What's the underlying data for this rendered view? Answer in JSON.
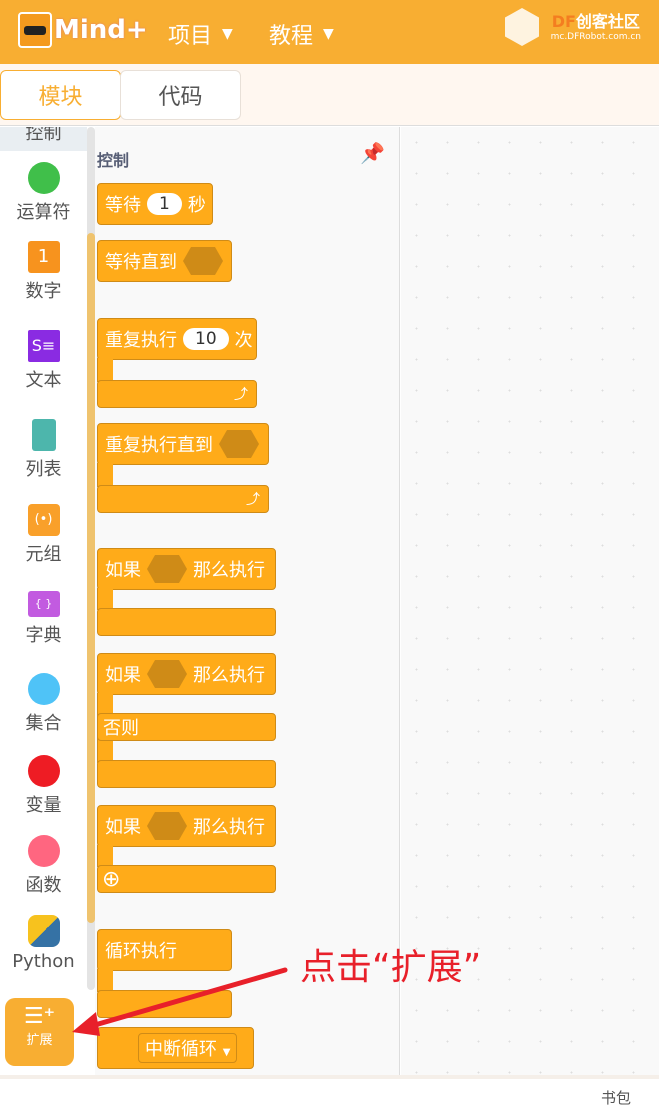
{
  "header": {
    "logo": "Mind+",
    "menu": [
      {
        "label": "项目"
      },
      {
        "label": "教程"
      }
    ],
    "df_brand": "DF创客社区",
    "df_brand_prefix": "DF",
    "df_brand_rest": "创客社区",
    "df_url": "mc.DFRobot.com.cn"
  },
  "tabs": [
    {
      "label": "模块",
      "active": true
    },
    {
      "label": "代码",
      "active": false
    }
  ],
  "categories": [
    {
      "label": "控制",
      "color": "#FFAB19"
    },
    {
      "label": "运算符",
      "color": "#40BF4A"
    },
    {
      "label": "数字",
      "color": "#F7931E"
    },
    {
      "label": "文本",
      "color": "#8A2BE2"
    },
    {
      "label": "列表",
      "color": "#4DB6AC"
    },
    {
      "label": "元组",
      "color": "#F9A02A"
    },
    {
      "label": "字典",
      "color": "#C25BE0"
    },
    {
      "label": "集合",
      "color": "#4FC3F7"
    },
    {
      "label": "变量",
      "color": "#EE1C24"
    },
    {
      "label": "函数",
      "color": "#FF6680"
    },
    {
      "label": "Python",
      "color": "#3572A5"
    }
  ],
  "extension_label": "扩展",
  "flyout": {
    "title": "控制",
    "blocks": {
      "wait": {
        "a": "等待",
        "v": "1",
        "b": "秒"
      },
      "wait_until": "等待直到",
      "repeat": {
        "a": "重复执行",
        "v": "10",
        "b": "次"
      },
      "repeat_until": "重复执行直到",
      "if1": {
        "a": "如果",
        "b": "那么执行"
      },
      "if2": {
        "a": "如果",
        "b": "那么执行",
        "else": "否则"
      },
      "if3": {
        "a": "如果",
        "b": "那么执行"
      },
      "forever": "循环执行",
      "break": "中断循环"
    }
  },
  "annotation": "点击“扩展”",
  "footer": {
    "backpack": "书包"
  },
  "colors": {
    "brand": "#F8AE32",
    "block": "#FFAB19",
    "annotation": "#E8202A"
  }
}
